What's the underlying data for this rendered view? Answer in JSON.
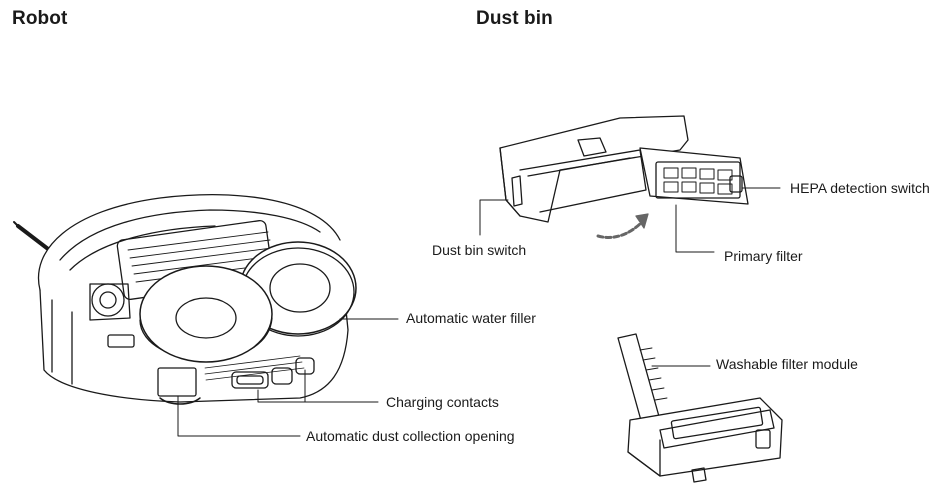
{
  "sections": {
    "robot": {
      "title": "Robot"
    },
    "dust_bin": {
      "title": "Dust bin"
    }
  },
  "labels": {
    "automatic_water_filler": "Automatic water filler",
    "charging_contacts": "Charging contacts",
    "automatic_dust_collection_opening": "Automatic dust collection opening",
    "hepa_detection_switch": "HEPA detection switch",
    "dust_bin_switch": "Dust bin switch",
    "primary_filter": "Primary filter",
    "washable_filter_module": "Washable filter module"
  }
}
